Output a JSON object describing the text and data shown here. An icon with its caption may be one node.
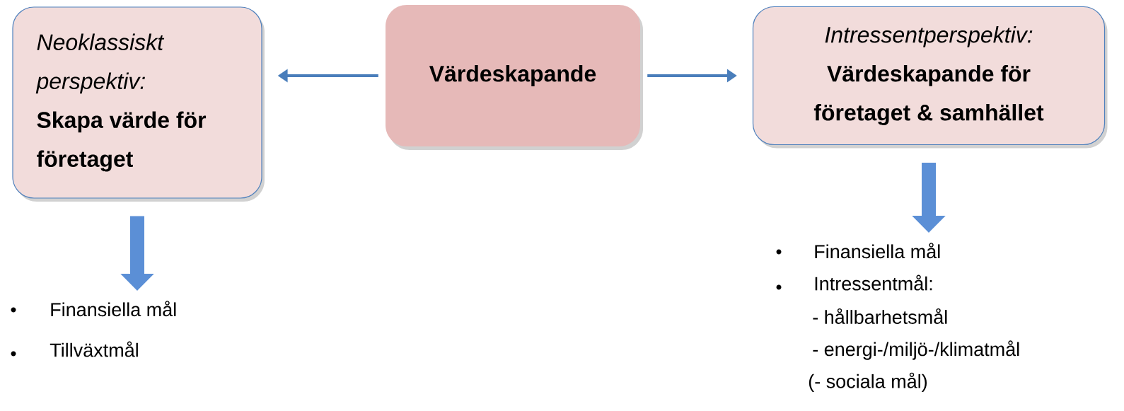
{
  "diagram": {
    "nodes": [
      {
        "text": [
          "Neoklassiskt perspektiv:",
          "Skapa värde för företaget"
        ]
      },
      {
        "text": [
          "Värdeskapande"
        ]
      },
      {
        "text": [
          "Intressentperspektiv:",
          "Värdeskapande för företaget & samhället"
        ]
      },
      {
        "text": [
          "Finansiella mål",
          "Tillväxtmål"
        ]
      },
      {
        "text": [
          "Finansiella mål",
          "Intressentmål:",
          "- hållbarhetsmål",
          "- energi-/miljö-/klimatmål",
          "(- sociala mål)"
        ]
      }
    ],
    "edges": [
      {
        "from": 1,
        "to": 0,
        "arrow": "to"
      },
      {
        "from": 1,
        "to": 2,
        "arrow": "to"
      },
      {
        "from": 0,
        "to": 3,
        "arrow": "to",
        "style": "thick"
      },
      {
        "from": 2,
        "to": 4,
        "arrow": "to",
        "style": "thick"
      }
    ]
  }
}
